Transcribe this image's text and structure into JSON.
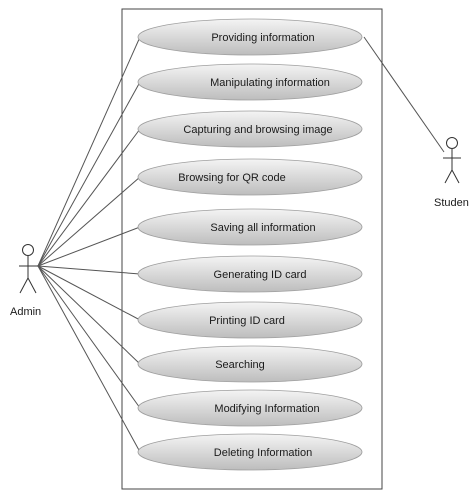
{
  "actors": {
    "admin": "Admin",
    "student": "Studen"
  },
  "use_cases": [
    "Providing information",
    "Manipulating information",
    "Capturing and browsing image",
    "Browsing for QR code",
    "Saving all information",
    "Generating ID card",
    "Printing ID card",
    "Searching",
    "Modifying Information",
    "Deleting Information"
  ],
  "colors": {
    "ellipse_light": "#f4f4f4",
    "ellipse_dark": "#bdbdbd",
    "ellipse_stroke": "#9e9e9e",
    "line": "#555555",
    "boundary": "#444444"
  }
}
